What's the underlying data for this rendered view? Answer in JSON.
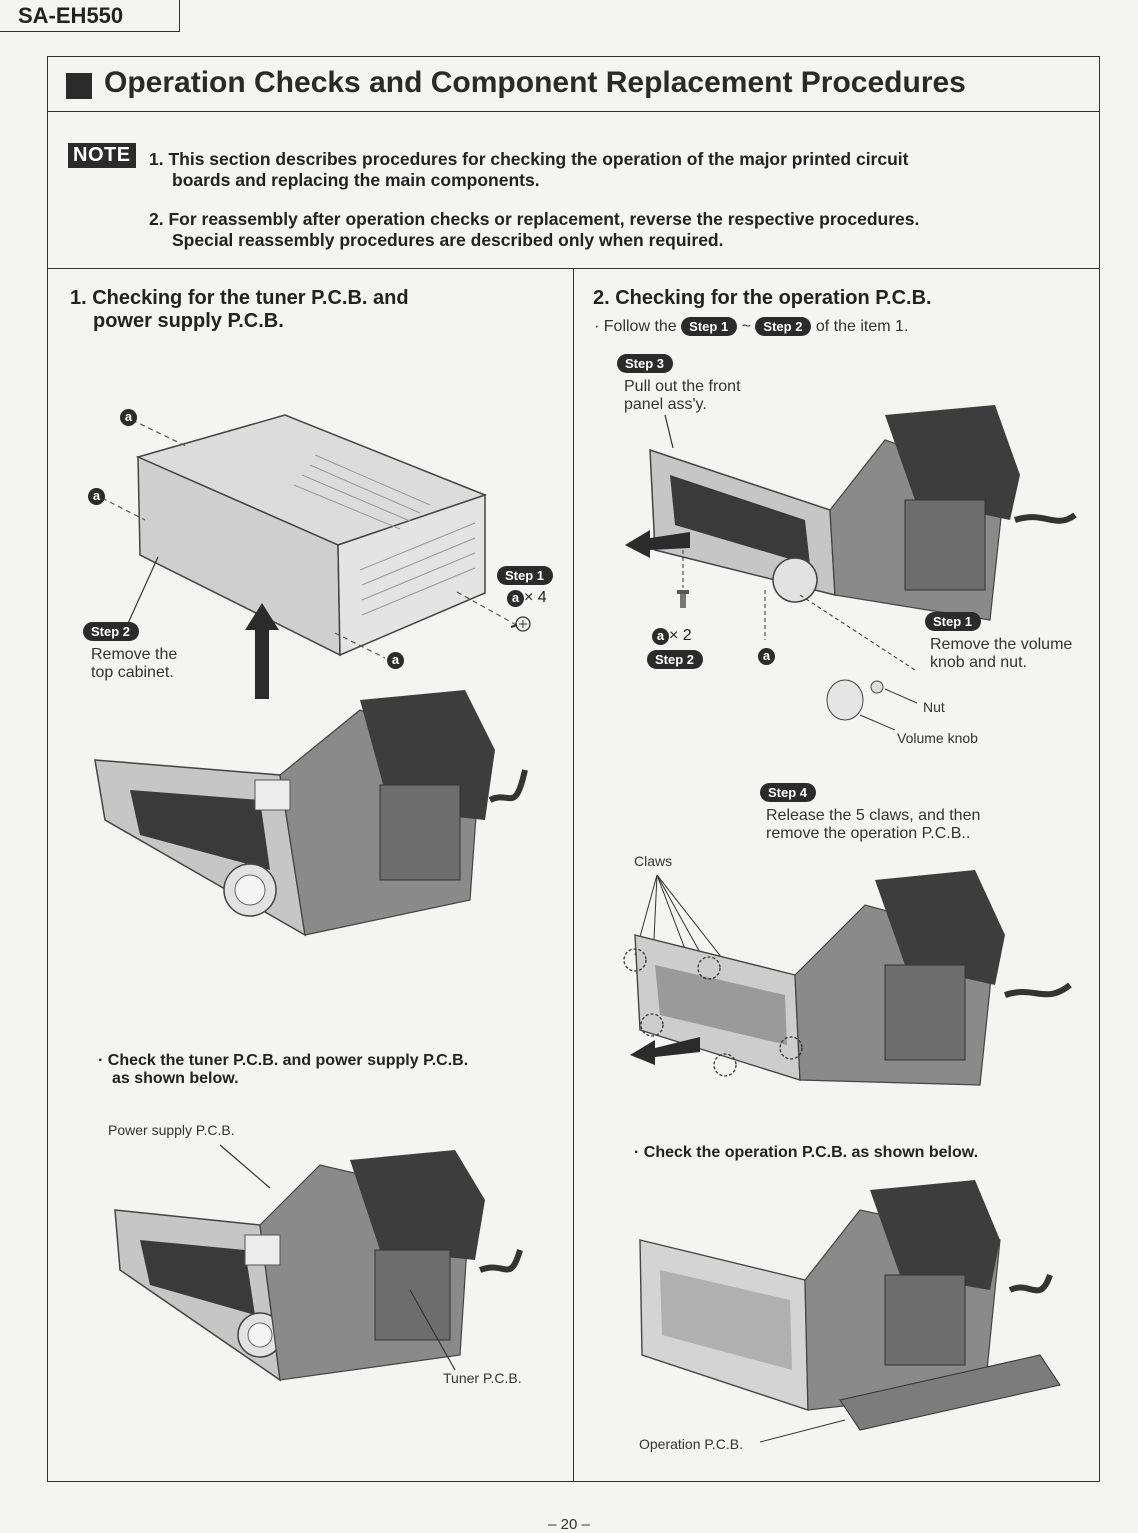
{
  "model": "SA-EH550",
  "title": "Operation Checks and Component Replacement Procedures",
  "note": {
    "badge": "NOTE",
    "item1_line1": "1. This section describes procedures for checking the operation of the major printed circuit",
    "item1_line2": "boards and replacing the main components.",
    "item2_line1": "2. For reassembly after operation checks or replacement, reverse the respective procedures.",
    "item2_line2": "Special reassembly procedures are described only when required."
  },
  "section1": {
    "title_line1": "1. Checking for the tuner P.C.B. and",
    "title_line2": "power supply P.C.B.",
    "marker": "a",
    "step1_label": "Step 1",
    "step1_qty": "× 4",
    "step2_label": "Step 2",
    "step2_line1": "Remove the",
    "step2_line2": "top cabinet.",
    "check_line1": "· Check the tuner P.C.B. and power supply P.C.B.",
    "check_line2": "as shown below.",
    "power_label": "Power supply P.C.B.",
    "tuner_label": "Tuner P.C.B."
  },
  "section2": {
    "title": "2. Checking for the operation P.C.B.",
    "follow_prefix": "· Follow the",
    "follow_step1": "Step 1",
    "follow_tilde": "~",
    "follow_step2": "Step 2",
    "follow_suffix": "of the item 1.",
    "step3_label": "Step 3",
    "step3_line1": "Pull out the front",
    "step3_line2": "panel ass'y.",
    "marker": "a",
    "qty": "× 2",
    "step2_label": "Step 2",
    "step1_label": "Step 1",
    "step1_line1": "Remove the volume",
    "step1_line2": "knob and nut.",
    "nut_label": "Nut",
    "knob_label": "Volume knob",
    "step4_label": "Step 4",
    "step4_line1": "Release the 5 claws, and then",
    "step4_line2": "remove the operation P.C.B..",
    "claws_label": "Claws",
    "check_text": "· Check the operation P.C.B. as shown below.",
    "operation_label": "Operation P.C.B."
  },
  "footer": "– 20 –"
}
